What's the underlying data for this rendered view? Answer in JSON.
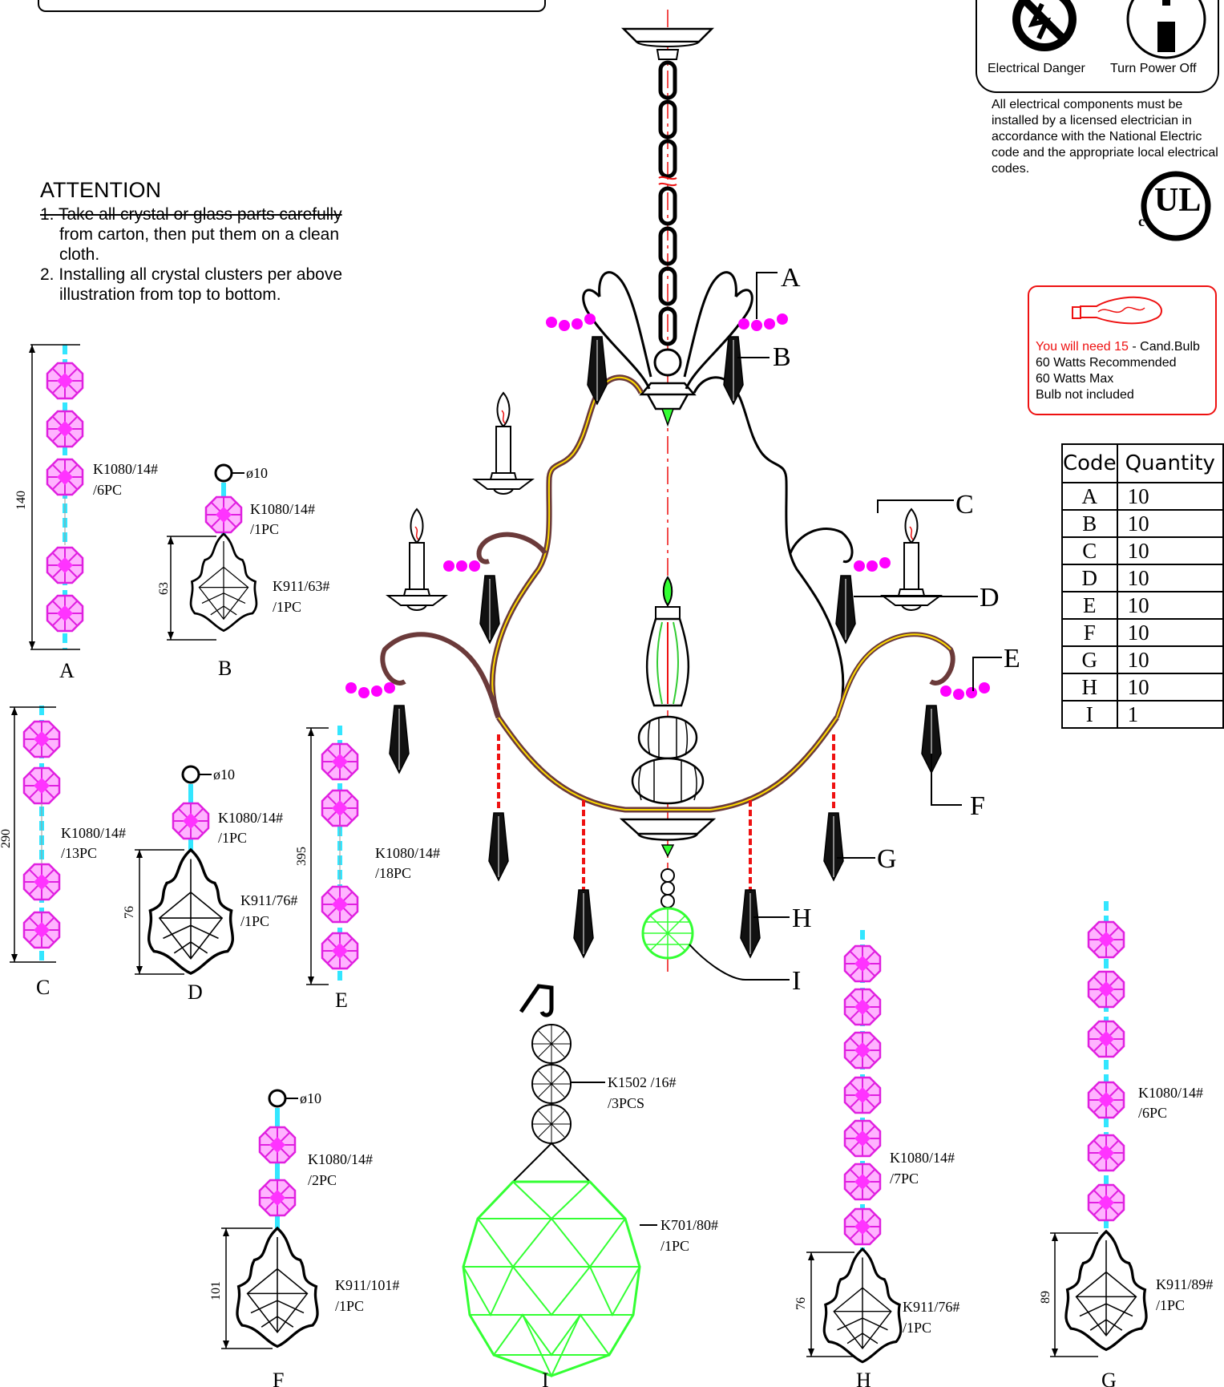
{
  "attention": {
    "title": "ATTENTION",
    "item1_line1": "1.     Take all crystal or glass parts carefully",
    "item1_line2": "from carton, then put them on a clean cloth.",
    "item2_line1": "2. Installing all crystal clusters per above",
    "item2_line2": "illustration from top to bottom."
  },
  "electrical": {
    "danger_label": "Electrical Danger",
    "power_off_label": "Turn Power Off",
    "note": "All electrical components must be installed by a licensed electrician in accordance with the National Electric code and the appropriate local electrical codes.",
    "ul_letters": "UL",
    "ul_c": "c"
  },
  "bulb": {
    "need_red": "You will need 15",
    "need_rest": " - Cand.Bulb",
    "line2": "60 Watts Recommended",
    "line3": "60 Watts Max",
    "line4": "Bulb not included"
  },
  "table": {
    "header_code": "Code",
    "header_qty": "Quantity",
    "rows": [
      {
        "code": "A",
        "qty": "10"
      },
      {
        "code": "B",
        "qty": "10"
      },
      {
        "code": "C",
        "qty": "10"
      },
      {
        "code": "D",
        "qty": "10"
      },
      {
        "code": "E",
        "qty": "10"
      },
      {
        "code": "F",
        "qty": "10"
      },
      {
        "code": "G",
        "qty": "10"
      },
      {
        "code": "H",
        "qty": "10"
      },
      {
        "code": "I",
        "qty": "1"
      }
    ]
  },
  "callouts": [
    "A",
    "B",
    "C",
    "D",
    "E",
    "F",
    "G",
    "H",
    "I"
  ],
  "parts": {
    "A": {
      "letter": "A",
      "dim": "140",
      "l1": "K1080/14#",
      "l2": "/6PC"
    },
    "B": {
      "letter": "B",
      "dim": "63",
      "hole": "ø10",
      "l1": "K1080/14#",
      "l2": "/1PC",
      "l3": "K911/63#",
      "l4": "/1PC"
    },
    "C": {
      "letter": "C",
      "dim": "290",
      "l1": "K1080/14#",
      "l2": "/13PC"
    },
    "D": {
      "letter": "D",
      "dim": "76",
      "hole": "ø10",
      "l1": "K1080/14#",
      "l2": "/1PC",
      "l3": "K911/76#",
      "l4": "/1PC"
    },
    "E": {
      "letter": "E",
      "dim": "395",
      "l1": "K1080/14#",
      "l2": "/18PC"
    },
    "F": {
      "letter": "F",
      "dim": "101",
      "hole": "ø10",
      "l1": "K1080/14#",
      "l2": "/2PC",
      "l3": "K911/101#",
      "l4": "/1PC"
    },
    "I": {
      "letter": "I",
      "l1": "K1502 /16#",
      "l2": "/3PCS",
      "l3": "K701/80#",
      "l4": "/1PC"
    },
    "H": {
      "letter": "H",
      "dim": "76",
      "l1": "K1080/14#",
      "l2": "/7PC",
      "l3": "K911/76#",
      "l4": "/1PC"
    },
    "G": {
      "letter": "G",
      "dim": "89",
      "l1": "K1080/14#",
      "l2": "/6PC",
      "l3": "K911/89#",
      "l4": "/1PC"
    }
  },
  "colors": {
    "crystal": "#ff33ff",
    "pin": "#33e6ff",
    "ball": "#33ff33",
    "accent": "#ee1111",
    "arm": "#ffdd00"
  }
}
